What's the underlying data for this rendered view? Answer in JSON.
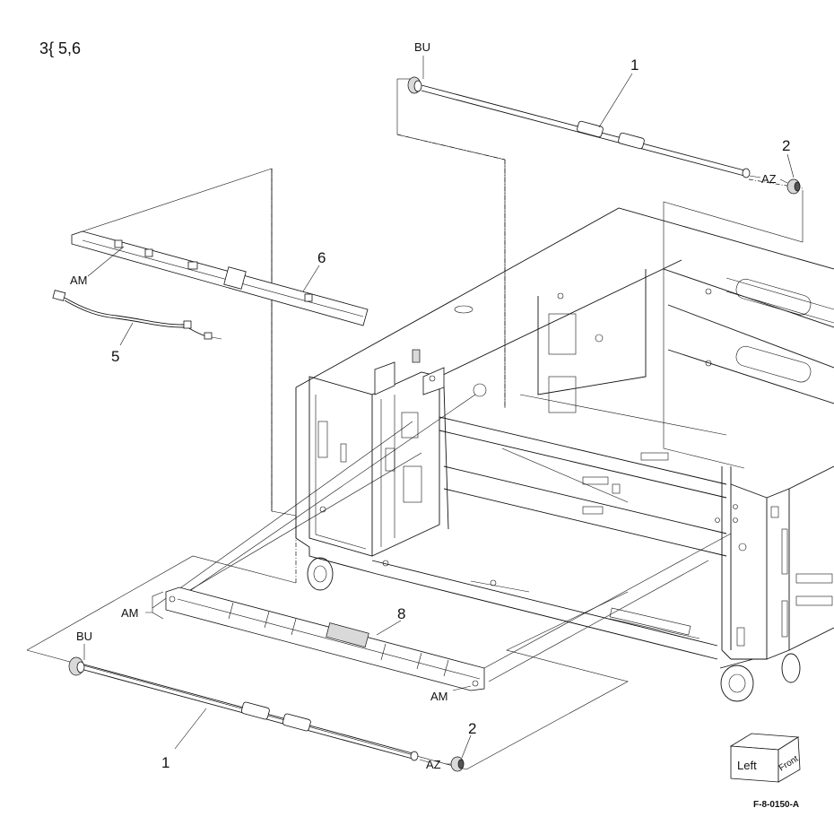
{
  "page_title": "3{ 5,6",
  "figure_id": "F-8-0150-A",
  "callouts": {
    "bu_top": "BU",
    "one_top": "1",
    "two_top": "2",
    "az_top": "AZ",
    "am_six": "AM",
    "six": "6",
    "five": "5",
    "am_left": "AM",
    "eight": "8",
    "bu_bottom": "BU",
    "am_bottom": "AM",
    "one_bottom": "1",
    "two_bottom": "2",
    "az_bottom": "AZ"
  },
  "orientation_cube": {
    "left_label": "Left",
    "front_label": "Front"
  }
}
